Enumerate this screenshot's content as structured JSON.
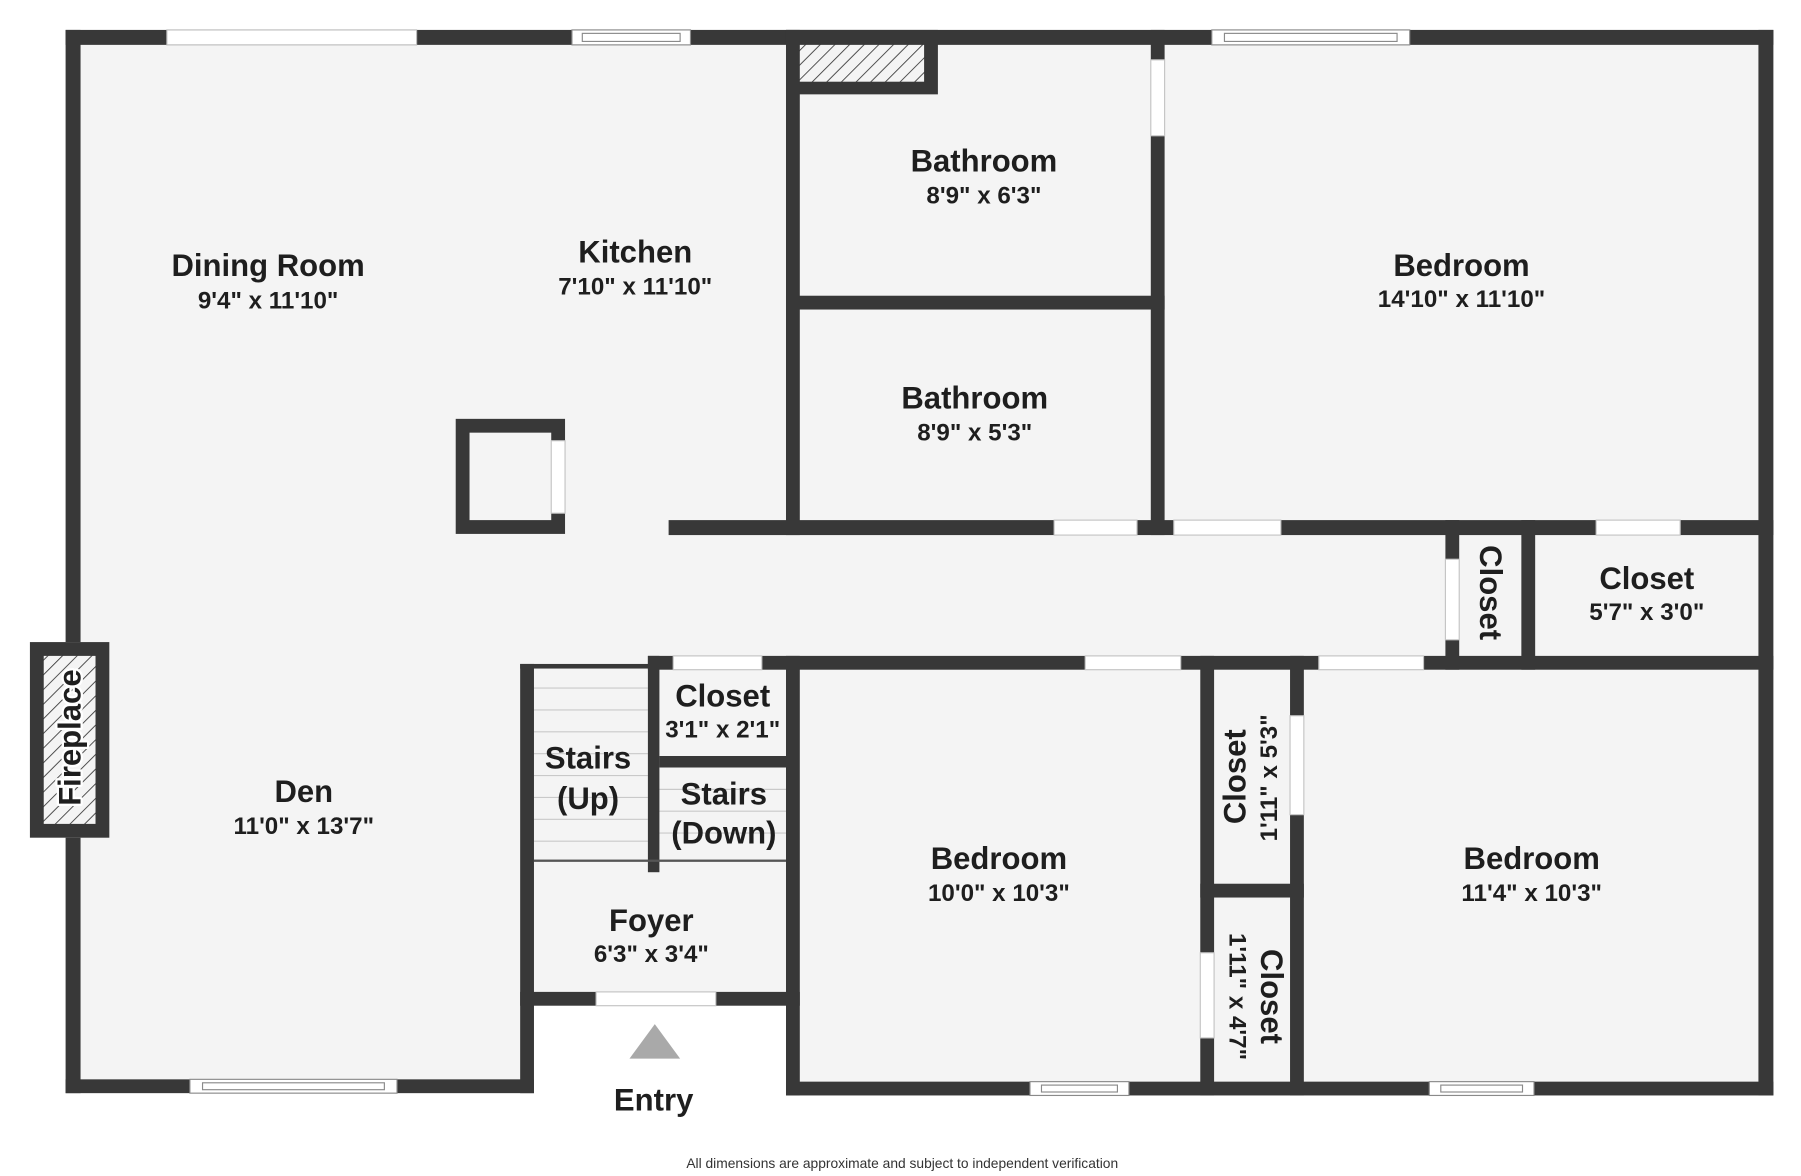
{
  "plan": {
    "rooms": [
      {
        "name": "Dining Room",
        "dimensions": "9'4\" x 11'10\""
      },
      {
        "name": "Kitchen",
        "dimensions": "7'10\" x 11'10\""
      },
      {
        "name": "Bathroom",
        "dimensions": "8'9\" x 6'3\""
      },
      {
        "name": "Bathroom",
        "dimensions": "8'9\" x 5'3\""
      },
      {
        "name": "Bedroom",
        "dimensions": "14'10\" x 11'10\""
      },
      {
        "name": "Closet"
      },
      {
        "name": "Closet",
        "dimensions": "5'7\" x 3'0\""
      },
      {
        "name": "Closet",
        "dimensions": "3'1\" x 2'1\""
      },
      {
        "name": "Stairs",
        "direction": "(Up)"
      },
      {
        "name": "Stairs",
        "direction": "(Down)"
      },
      {
        "name": "Den",
        "dimensions": "11'0\" x 13'7\""
      },
      {
        "name": "Foyer",
        "dimensions": "6'3\" x 3'4\""
      },
      {
        "name": "Bedroom",
        "dimensions": "10'0\" x 10'3\""
      },
      {
        "name": "Closet",
        "dimensions": "1'11\" x 5'3\""
      },
      {
        "name": "Closet",
        "dimensions": "1'11\" x 4'7\""
      },
      {
        "name": "Bedroom",
        "dimensions": "11'4\" x 10'3\""
      }
    ],
    "fireplace_label": "Fireplace",
    "entry_label": "Entry",
    "footer_note": "All dimensions are approximate and subject to independent verification"
  },
  "colors": {
    "wall": "#383838",
    "floor": "#f4f4f4",
    "text": "#1e1e1e",
    "window": "#ffffff"
  }
}
